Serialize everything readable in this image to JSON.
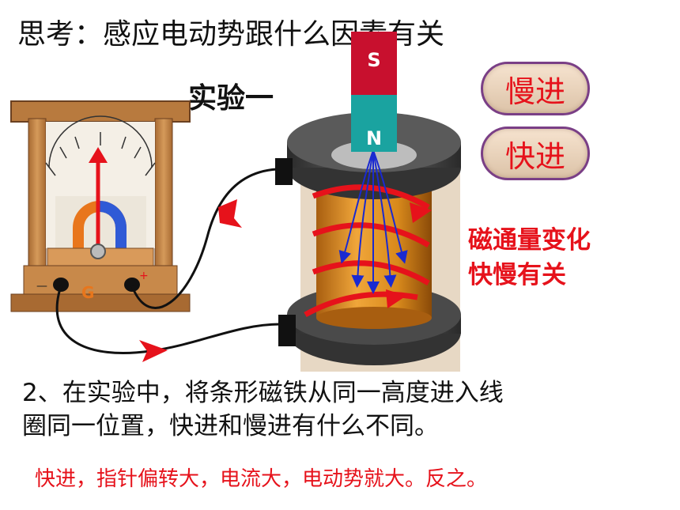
{
  "title": "思考：感应电动势跟什么因素有关",
  "experiment_label": "实验一",
  "buttons": {
    "slow": "慢进",
    "fast": "快进"
  },
  "magnet": {
    "south": "S",
    "north": "N"
  },
  "galvanometer": {
    "label": "G",
    "minus": "—",
    "plus": "+"
  },
  "note": {
    "line1": "磁通量变化",
    "line2": "快慢有关"
  },
  "question": {
    "line1": "2、在实验中，将条形磁铁从同一高度进入线",
    "line2": "圈同一位置，快进和慢进有什么不同。"
  },
  "answer": "快进，指针偏转大，电流大，电动势就大。反之。",
  "colors": {
    "accent_red": "#e6121b",
    "magnet_red": "#c8102e",
    "magnet_teal": "#1aa3a0",
    "wood": "#c8894a",
    "copper": "#d98a1c"
  }
}
